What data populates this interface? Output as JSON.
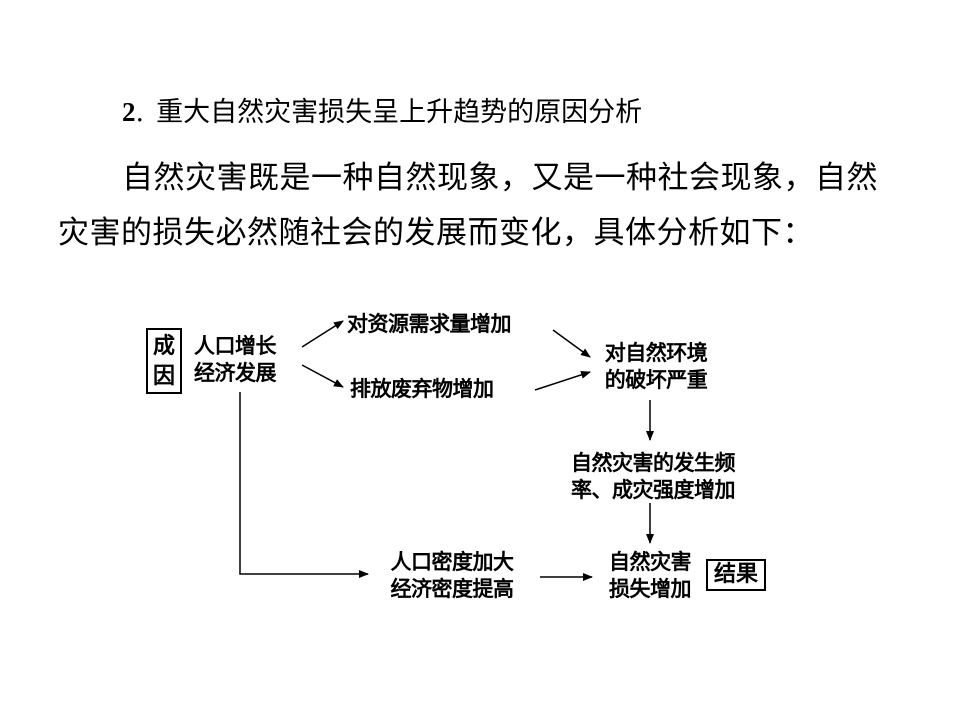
{
  "heading": {
    "number": "2",
    "separator": ".",
    "title": "重大自然灾害损失呈上升趋势的原因分析"
  },
  "paragraph": "自然灾害既是一种自然现象，又是一种社会现象，自然灾害的损失必然随社会的发展而变化，具体分析如下：",
  "diagram": {
    "cause_label_1": "成",
    "cause_label_2": "因",
    "cause_line_1": "人口增长",
    "cause_line_2": "经济发展",
    "upper_branch": "对资源需求量增加",
    "lower_branch": "排放废弃物增加",
    "environment_line_1": "对自然环境",
    "environment_line_2": "的破坏严重",
    "frequency_line_1": "自然灾害的发生频",
    "frequency_line_2": "率、成灾强度增加",
    "density_line_1": "人口密度加大",
    "density_line_2": "经济密度提高",
    "loss_line_1": "自然灾害",
    "loss_line_2": "损失增加",
    "result_label": "结果"
  }
}
